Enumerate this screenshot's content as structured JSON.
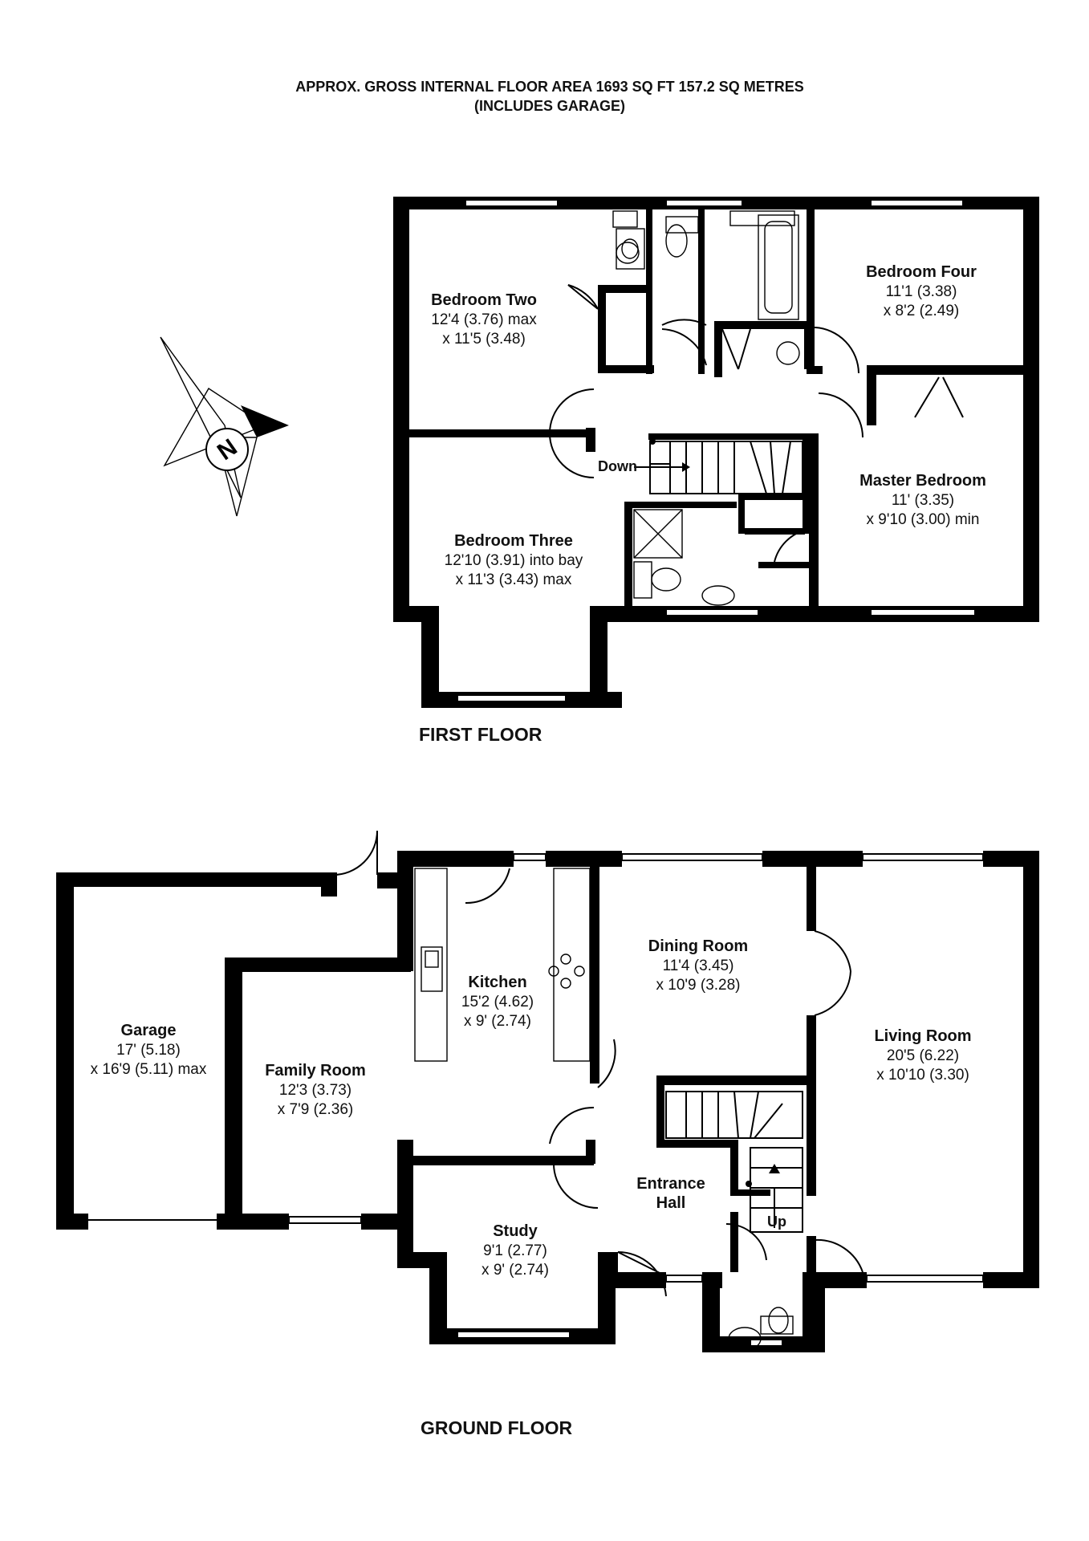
{
  "header": {
    "line1": "APPROX. GROSS INTERNAL FLOOR AREA 1693 SQ FT 157.2 SQ METRES",
    "line2": "(INCLUDES GARAGE)"
  },
  "compass": {
    "label": "N",
    "icon": "north-arrow-icon"
  },
  "first_floor": {
    "label": "FIRST FLOOR",
    "stairs_label": "Down",
    "rooms": [
      {
        "name": "Bedroom Two",
        "dims": [
          "12'4 (3.76) max",
          "x 11'5 (3.48)"
        ]
      },
      {
        "name": "Bedroom Four",
        "dims": [
          "11'1 (3.38)",
          "x 8'2 (2.49)"
        ]
      },
      {
        "name": "Master Bedroom",
        "dims": [
          "11' (3.35)",
          "x 9'10 (3.00) min"
        ]
      },
      {
        "name": "Bedroom Three",
        "dims": [
          "12'10 (3.91) into bay",
          "x 11'3 (3.43) max"
        ]
      }
    ]
  },
  "ground_floor": {
    "label": "GROUND FLOOR",
    "stairs_label": "Up",
    "rooms": [
      {
        "name": "Garage",
        "dims": [
          "17' (5.18)",
          "x 16'9 (5.11) max"
        ]
      },
      {
        "name": "Family Room",
        "dims": [
          "12'3 (3.73)",
          "x 7'9 (2.36)"
        ]
      },
      {
        "name": "Kitchen",
        "dims": [
          "15'2 (4.62)",
          "x 9' (2.74)"
        ]
      },
      {
        "name": "Dining Room",
        "dims": [
          "11'4 (3.45)",
          "x 10'9 (3.28)"
        ]
      },
      {
        "name": "Living Room",
        "dims": [
          "20'5 (6.22)",
          "x 10'10 (3.30)"
        ]
      },
      {
        "name": "Study",
        "dims": [
          "9'1 (2.77)",
          "x 9' (2.74)"
        ]
      },
      {
        "name": "Entrance",
        "dims": [
          "Hall"
        ]
      }
    ]
  }
}
